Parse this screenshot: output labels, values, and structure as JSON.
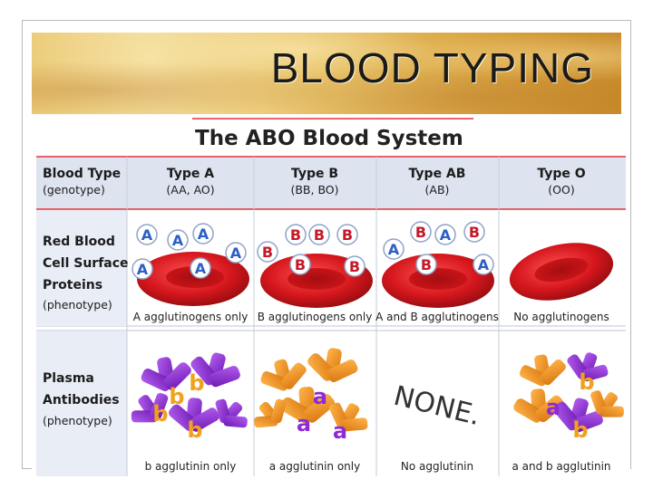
{
  "slide": {
    "title": "BLOOD TYPING"
  },
  "figure": {
    "title": "The ABO Blood System",
    "row_headers": {
      "blood_type": {
        "line1": "Blood Type",
        "line2": "(genotype)"
      },
      "surface": {
        "line1": "Red Blood",
        "line2": "Cell Surface",
        "line3": "Proteins",
        "line4": "(phenotype)"
      },
      "antibodies": {
        "line1": "Plasma",
        "line2": "Antibodies",
        "line3": "(phenotype)"
      }
    },
    "columns": [
      {
        "type": "Type A",
        "genotype": "(AA, AO)",
        "surface_caption": "A agglutinogens only",
        "antibody_caption": "b agglutinin only"
      },
      {
        "type": "Type B",
        "genotype": "(BB, BO)",
        "surface_caption": "B agglutinogens only",
        "antibody_caption": "a agglutinin only"
      },
      {
        "type": "Type AB",
        "genotype": "(AB)",
        "surface_caption": "A and B agglutinogens",
        "antibody_caption": "No agglutinin"
      },
      {
        "type": "Type O",
        "genotype": "(OO)",
        "surface_caption": "No agglutinogens",
        "antibody_caption": "a and b agglutinin"
      }
    ],
    "antigen_labels": {
      "a": "A",
      "b": "B"
    },
    "antibody_labels": {
      "a": "a",
      "b": "b"
    },
    "none_label": "NONE.",
    "colors": {
      "red_line": "#e8323a",
      "header_band": "#dde3ef",
      "cell_red": "#d4161c",
      "antibody_b": "#8e2bd6",
      "antibody_a": "#f0901c"
    }
  }
}
